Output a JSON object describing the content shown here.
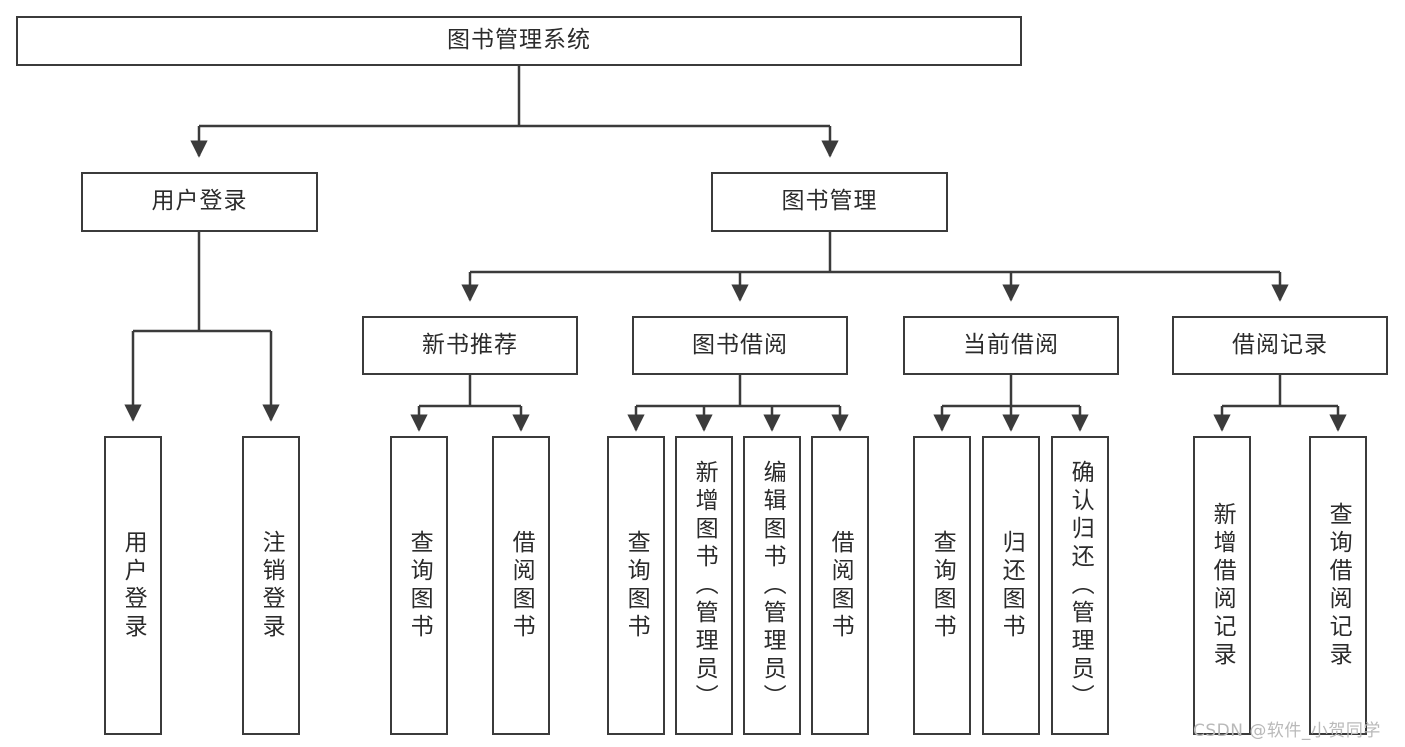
{
  "diagram": {
    "title": "图书管理系统",
    "type": "functional-structure-tree",
    "colors": {
      "stroke": "#3b3b3b",
      "fill": "#ffffff",
      "text": "#2b2b2b",
      "watermark": "#b9b9b9",
      "background": "#ffffff"
    },
    "root": {
      "label": "图书管理系统"
    },
    "level2": [
      {
        "id": "user-login",
        "label": "用户登录"
      },
      {
        "id": "book-manage",
        "label": "图书管理"
      }
    ],
    "level3": [
      {
        "id": "new-book-rec",
        "label": "新书推荐"
      },
      {
        "id": "book-borrow",
        "label": "图书借阅"
      },
      {
        "id": "current-borrow",
        "label": "当前借阅"
      },
      {
        "id": "borrow-record",
        "label": "借阅记录"
      }
    ],
    "leaves": {
      "user_login": [
        {
          "id": "leaf-user-login",
          "label": "用户登录"
        },
        {
          "id": "leaf-logout-login",
          "label": "注销登录"
        }
      ],
      "new_book_rec": [
        {
          "id": "leaf-query-book-1",
          "label": "查询图书"
        },
        {
          "id": "leaf-borrow-book-1",
          "label": "借阅图书"
        }
      ],
      "book_borrow": [
        {
          "id": "leaf-query-book-2",
          "label": "查询图书"
        },
        {
          "id": "leaf-add-book",
          "label": "新增图书（管理员）"
        },
        {
          "id": "leaf-edit-book",
          "label": "编辑图书（管理员）"
        },
        {
          "id": "leaf-borrow-book-2",
          "label": "借阅图书"
        }
      ],
      "current_borrow": [
        {
          "id": "leaf-query-book-3",
          "label": "查询图书"
        },
        {
          "id": "leaf-return-book",
          "label": "归还图书"
        },
        {
          "id": "leaf-confirm-return",
          "label": "确认归还（管理员）"
        }
      ],
      "borrow_record": [
        {
          "id": "leaf-add-record",
          "label": "新增借阅记录"
        },
        {
          "id": "leaf-query-record",
          "label": "查询借阅记录"
        }
      ]
    }
  },
  "watermark": {
    "text": "CSDN @软件_小贺同学"
  }
}
